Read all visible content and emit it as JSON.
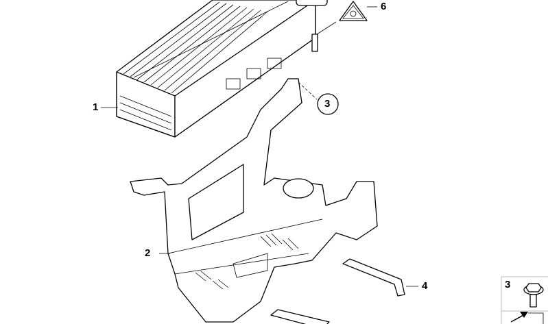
{
  "callouts": {
    "amplifier": "1",
    "bracket": "2",
    "screw_circle": "3",
    "strip": "4",
    "warning_label": "6"
  },
  "inset": {
    "screw_number": "3"
  },
  "icons": [
    "warning-triangle-icon",
    "screw-icon",
    "arrow-icon"
  ]
}
